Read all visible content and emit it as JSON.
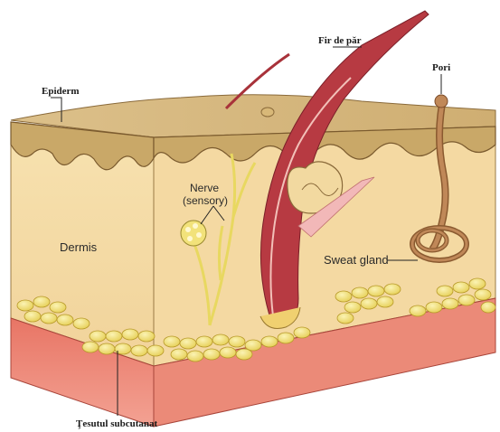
{
  "labels": {
    "epidermis": "Epiderm",
    "hair_shaft": "Fir de păr",
    "pore": "Pori",
    "dermis": "Dermis",
    "nerve_line1": "Nerve",
    "nerve_line2": "(sensory)",
    "sweat_gland": "Sweat gland",
    "subcutaneous": "Ţesutul subcutanat"
  },
  "colors": {
    "dermis": "#f5dca6",
    "epidermis": "#c9a86a",
    "epidermis_edge": "#8a6a3a",
    "subcutaneous": "#e06a5a",
    "fat": "#f2e27a",
    "hair": "#a8323a",
    "nerve": "#e8d860",
    "gland": "#b0784a"
  }
}
